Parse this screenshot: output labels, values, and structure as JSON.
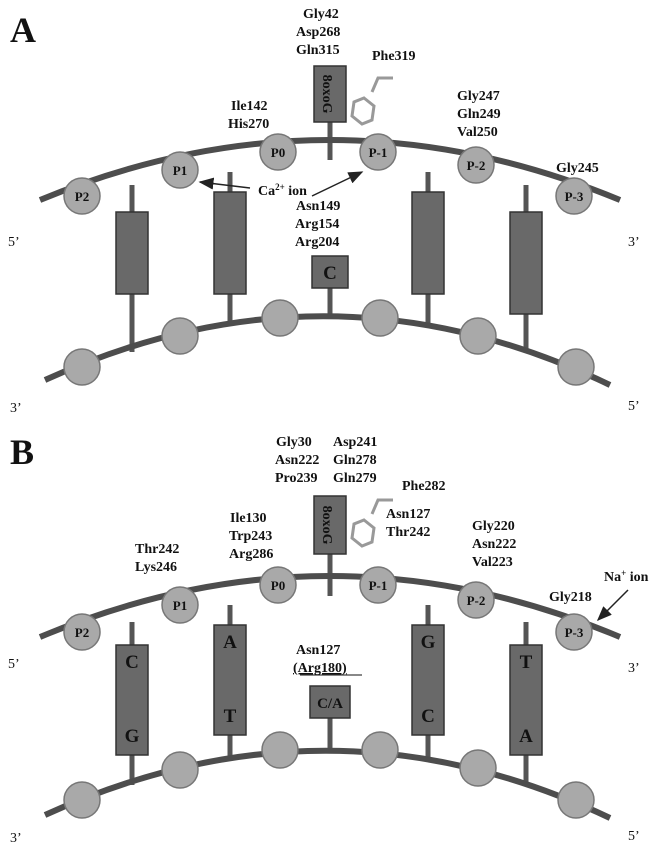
{
  "panel_a": {
    "label": "A",
    "end_top_left": "5’",
    "end_top_right": "3’",
    "end_bottom_left": "3’",
    "end_bottom_right": "5’",
    "phosphates": [
      "P2",
      "P1",
      "P0",
      "P-1",
      "P-2",
      "P-3"
    ],
    "lesion": "8oxoG",
    "opposite_base": "C",
    "residues_lesion": [
      "Gly42",
      "Asp268",
      "Gln315"
    ],
    "flipper": "Phe319",
    "residues_p0": [
      "Ile142",
      "His270"
    ],
    "residues_p_minus2": [
      "Gly247",
      "Gln249",
      "Val250"
    ],
    "residues_p_minus3": [
      "Gly245"
    ],
    "residues_opposite": [
      "Asn149",
      "Arg154",
      "Arg204"
    ],
    "ion": "Ca2+ ion"
  },
  "panel_b": {
    "label": "B",
    "end_top_left": "5’",
    "end_top_right": "3’",
    "end_bottom_left": "3’",
    "end_bottom_right": "5’",
    "phosphates": [
      "P2",
      "P1",
      "P0",
      "P-1",
      "P-2",
      "P-3"
    ],
    "lesion": "8oxoG",
    "opposite_base": "C/A",
    "pairs": [
      [
        "C",
        "G"
      ],
      [
        "A",
        "T"
      ],
      [
        "G",
        "C"
      ],
      [
        "T",
        "A"
      ]
    ],
    "residues_lesion_left": [
      "Gly30",
      "Asn222",
      "Pro239"
    ],
    "residues_lesion_right": [
      "Asp241",
      "Gln278",
      "Gln279"
    ],
    "flipper": "Phe282",
    "residues_p1": [
      "Thr242",
      "Lys246"
    ],
    "residues_p0": [
      "Ile130",
      "Trp243",
      "Arg286"
    ],
    "residues_p_minus1": [
      "Asn127",
      "Thr242"
    ],
    "residues_p_minus2": [
      "Gly220",
      "Asn222",
      "Val223"
    ],
    "residues_p_minus3": [
      "Gly218"
    ],
    "residues_opposite": [
      "Asn127",
      "(Arg180)"
    ],
    "ion": "Na+ ion"
  }
}
